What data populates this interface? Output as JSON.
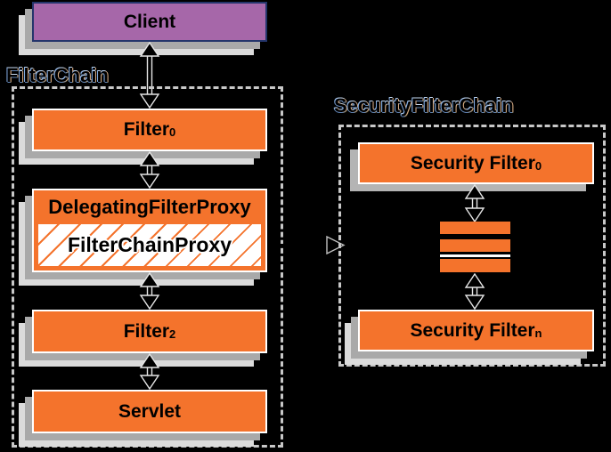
{
  "colors": {
    "background": "#000000",
    "box_orange": "#F4732C",
    "client_purple": "#A667A9",
    "client_border": "#24356B",
    "box_border": "#FFFFFF",
    "shadow_medium": "#A9A9A9",
    "shadow_light": "#DBDBDB",
    "dashed_border": "#C8C8C8",
    "box_text": "#000000"
  },
  "client": {
    "label": "Client"
  },
  "filter_chain": {
    "label": "FilterChain",
    "filter0": {
      "label": "Filter",
      "subscript": "0"
    },
    "delegating_filter_proxy": {
      "label": "DelegatingFilterProxy"
    },
    "filter_chain_proxy": {
      "label": "FilterChainProxy"
    },
    "filter2": {
      "label": "Filter",
      "subscript": "2"
    },
    "servlet": {
      "label": "Servlet"
    }
  },
  "security_filter_chain": {
    "label": "SecurityFilterChain",
    "security_filter_0": {
      "label": "Security Filter",
      "subscript": "0"
    },
    "security_filter_n": {
      "label": "Security Filter",
      "subscript": "n"
    }
  }
}
